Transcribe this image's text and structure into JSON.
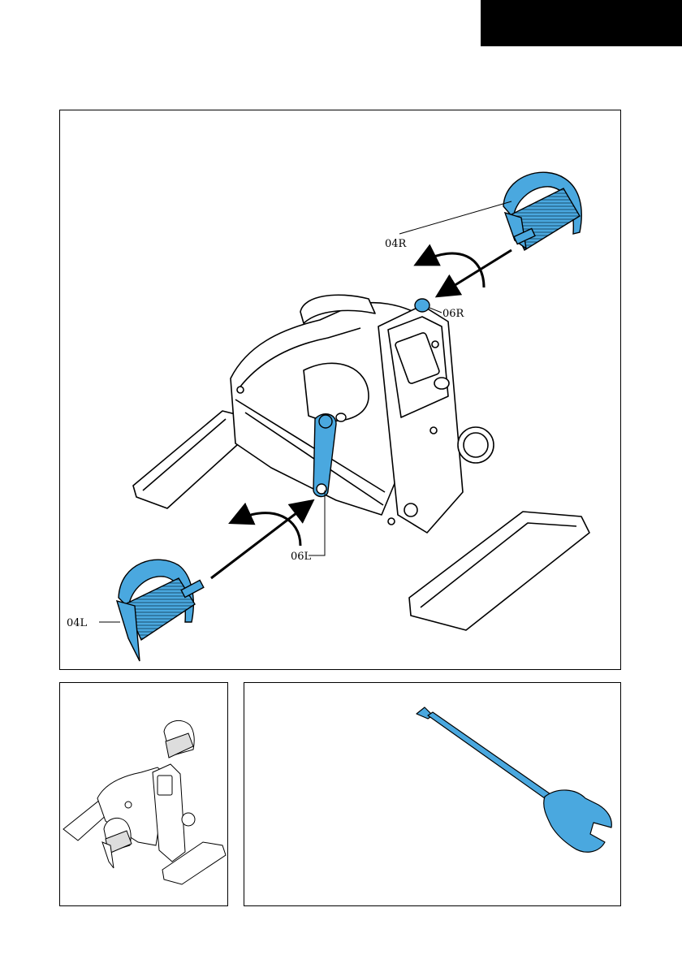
{
  "labels": {
    "pedal_right": "04R",
    "pedal_left": "04L",
    "crank_right": "06R",
    "crank_left": "06L"
  },
  "colors": {
    "part_highlight": "#4aa8df",
    "outline": "#000000",
    "corner_tab": "#000000"
  },
  "icons": {
    "assembly": "mini-exercise-bike-icon",
    "tool": "wrench-screwdriver-icon"
  }
}
